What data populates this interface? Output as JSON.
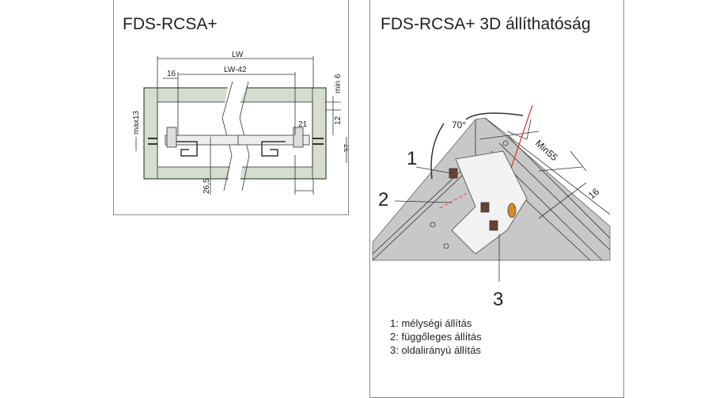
{
  "left_panel": {
    "title": "FDS-RCSA+",
    "dimensions": {
      "lw": "LW",
      "lw42": "LW-42",
      "d16": "16",
      "min6": "min 6",
      "max13": "max13",
      "d12": "12",
      "d37": "37",
      "d26_5": "26,5",
      "d21": "21"
    }
  },
  "right_panel": {
    "title": "FDS-RCSA+ 3D állíthatóság",
    "angle": "70°",
    "min55": "Min55",
    "d16": "16",
    "callouts": [
      "1",
      "2",
      "3"
    ],
    "legend": [
      "1: mélységi állítás",
      "2: függőleges állítás",
      "3: oldalirányú állítás"
    ]
  },
  "colors": {
    "board": "#d5ddcf",
    "board_edge": "#3c4a3c",
    "wall": "#c8c8c8",
    "red_line": "#e0302a"
  }
}
